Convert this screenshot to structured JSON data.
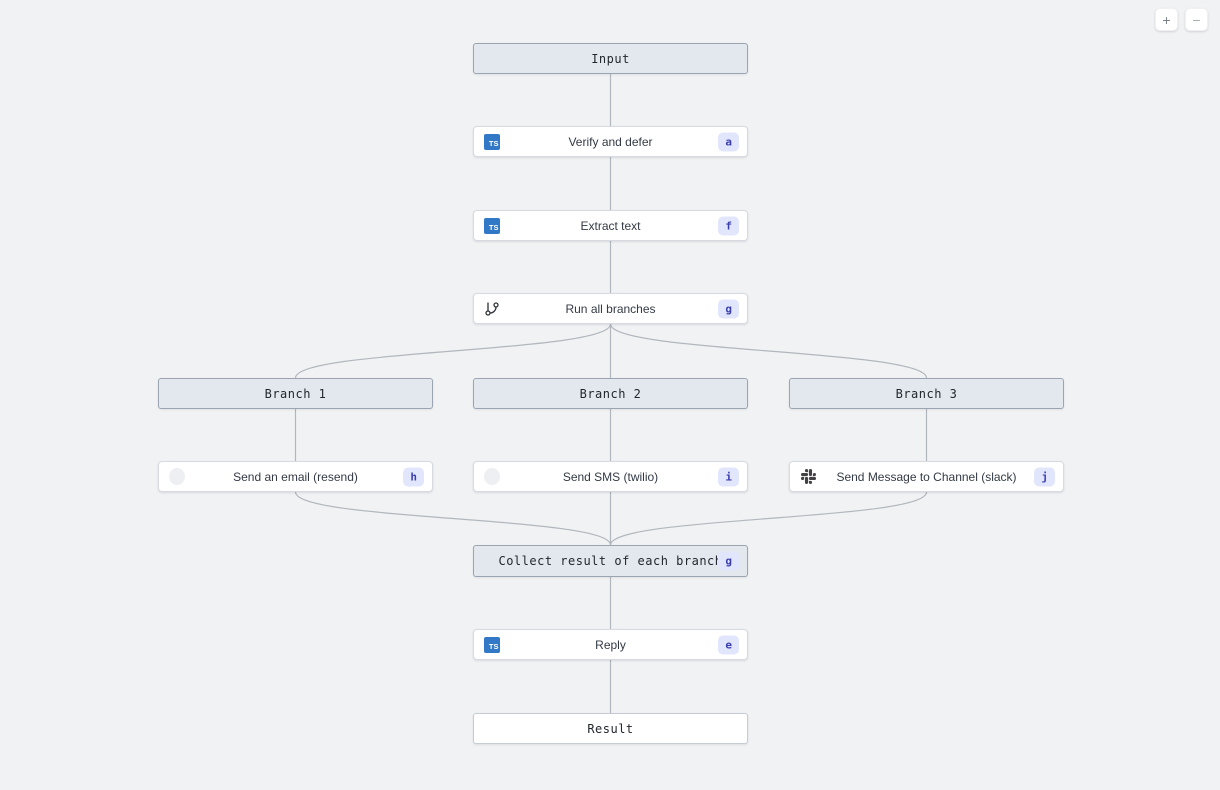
{
  "flow": {
    "input": {
      "label": "Input"
    },
    "verify_and_defer": {
      "label": "Verify and defer",
      "badge": "a",
      "icon": "typescript"
    },
    "extract_text": {
      "label": "Extract text",
      "badge": "f",
      "icon": "typescript"
    },
    "run_all_branches": {
      "label": "Run all branches",
      "badge": "g",
      "icon": "git-branch"
    },
    "branch_1": {
      "label": "Branch 1"
    },
    "branch_2": {
      "label": "Branch 2"
    },
    "branch_3": {
      "label": "Branch 3"
    },
    "send_email": {
      "label": "Send an email (resend)",
      "badge": "h",
      "icon": "resend"
    },
    "send_sms": {
      "label": "Send SMS (twilio)",
      "badge": "i",
      "icon": "twilio"
    },
    "send_slack": {
      "label": "Send Message to Channel (slack)",
      "badge": "j",
      "icon": "slack"
    },
    "collect_result": {
      "label": "Collect result of each branch",
      "badge": "g"
    },
    "reply": {
      "label": "Reply",
      "badge": "e",
      "icon": "typescript"
    },
    "result": {
      "label": "Result"
    }
  },
  "icons": {
    "typescript_glyph": "TS"
  },
  "controls": {
    "zoom_in": "+",
    "zoom_out": "−"
  },
  "colors": {
    "background": "#f1f2f4",
    "edge": "#b1b7bd",
    "group_fill": "#e3e8ef",
    "group_border": "#9aa5b1",
    "badge_bg": "#e2e6fc",
    "badge_text": "#3b3fae",
    "typescript_blue": "#3178c6",
    "slack_mono": "#454245"
  }
}
